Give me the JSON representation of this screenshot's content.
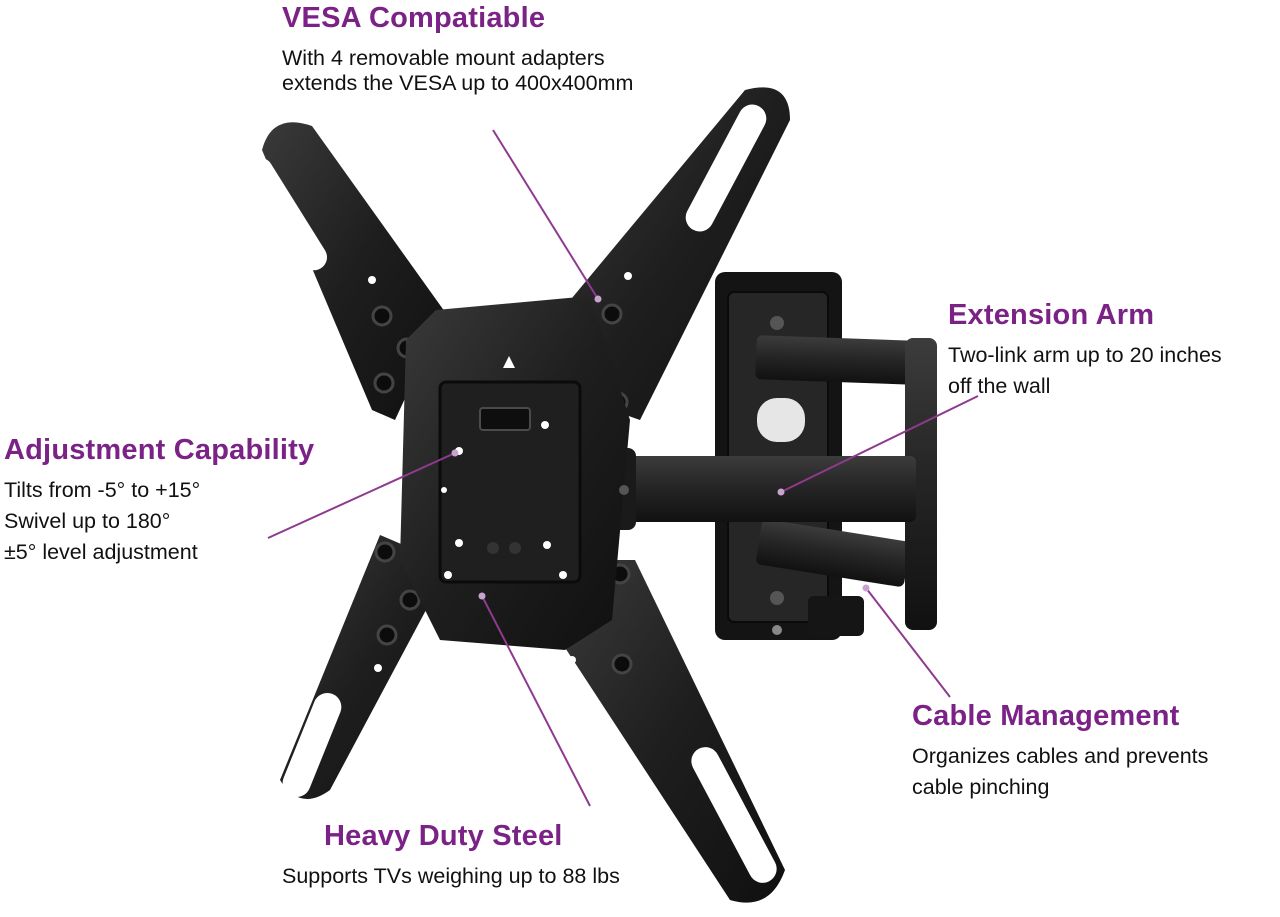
{
  "colors": {
    "heading": "#7b2286",
    "leader_line": "#8e3a8e",
    "text": "#111111",
    "steel": "#1c1c1c",
    "background": "#ffffff"
  },
  "callouts": {
    "vesa": {
      "title": "VESA Compatiable",
      "lines": [
        "With 4 removable mount adapters",
        "extends the VESA up to 400x400mm"
      ]
    },
    "extension": {
      "title": "Extension Arm",
      "lines": [
        "Two-link arm up to 20 inches",
        "off the wall"
      ]
    },
    "adjustment": {
      "title": "Adjustment Capability",
      "lines": [
        "Tilts from -5° to +15°",
        "Swivel up to 180°",
        "±5° level adjustment"
      ]
    },
    "cable": {
      "title": "Cable Management",
      "lines": [
        "Organizes cables and prevents",
        "cable pinching"
      ]
    },
    "heavy": {
      "title": "Heavy Duty Steel",
      "lines": [
        "Supports TVs weighing up to 88 lbs"
      ]
    }
  }
}
